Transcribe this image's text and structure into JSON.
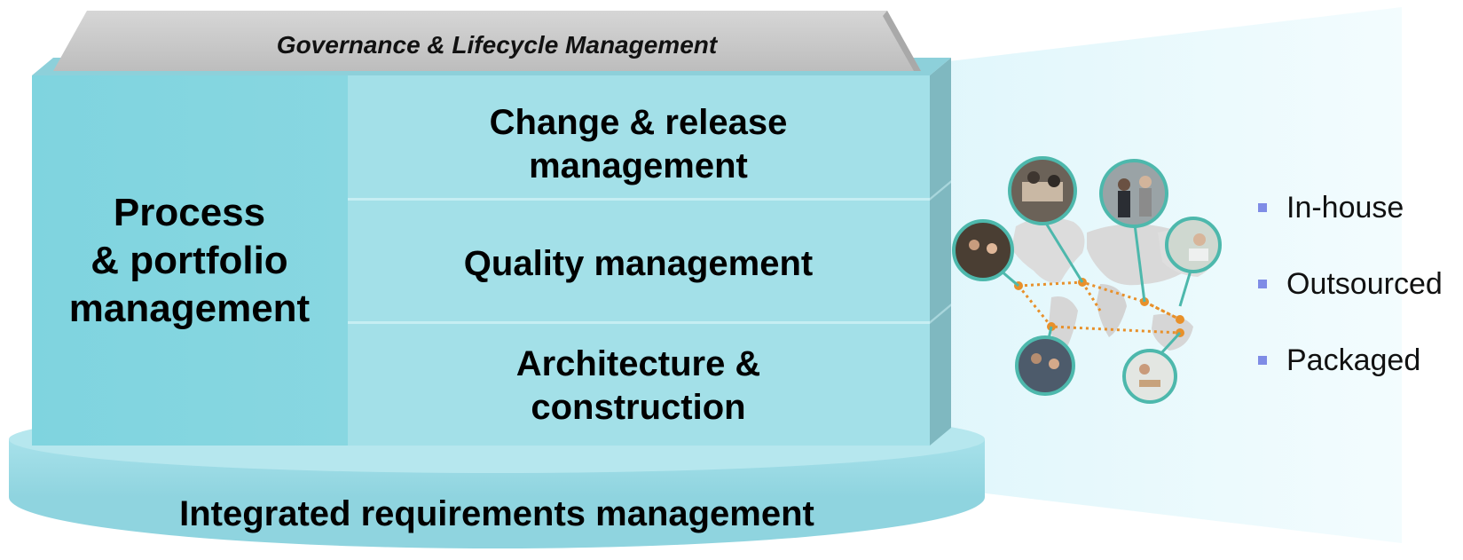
{
  "diagram": {
    "governance_label": "Governance & Lifecycle Management",
    "left_block": {
      "line1": "Process",
      "line2": "& portfolio",
      "line3": "management"
    },
    "rows": [
      {
        "line1": "Change & release",
        "line2": "management"
      },
      {
        "line1": "Quality management",
        "line2": ""
      },
      {
        "line1": "Architecture &",
        "line2": "construction"
      }
    ],
    "base_label": "Integrated requirements management"
  },
  "bullets": [
    {
      "label": "In-house"
    },
    {
      "label": "Outsourced"
    },
    {
      "label": "Packaged"
    }
  ],
  "colors": {
    "teal_light": "#a3e0e8",
    "teal_mid": "#7fd3df",
    "teal_dark": "#6fb4bc",
    "gray_roof": "#c4c4c4",
    "glow": "#e6f8fc",
    "route_orange": "#e8902a",
    "bullet_square": "#7f8ce6"
  },
  "icons": {
    "photo_bubbles": "people-photo-icon",
    "map": "world-map-icon"
  }
}
